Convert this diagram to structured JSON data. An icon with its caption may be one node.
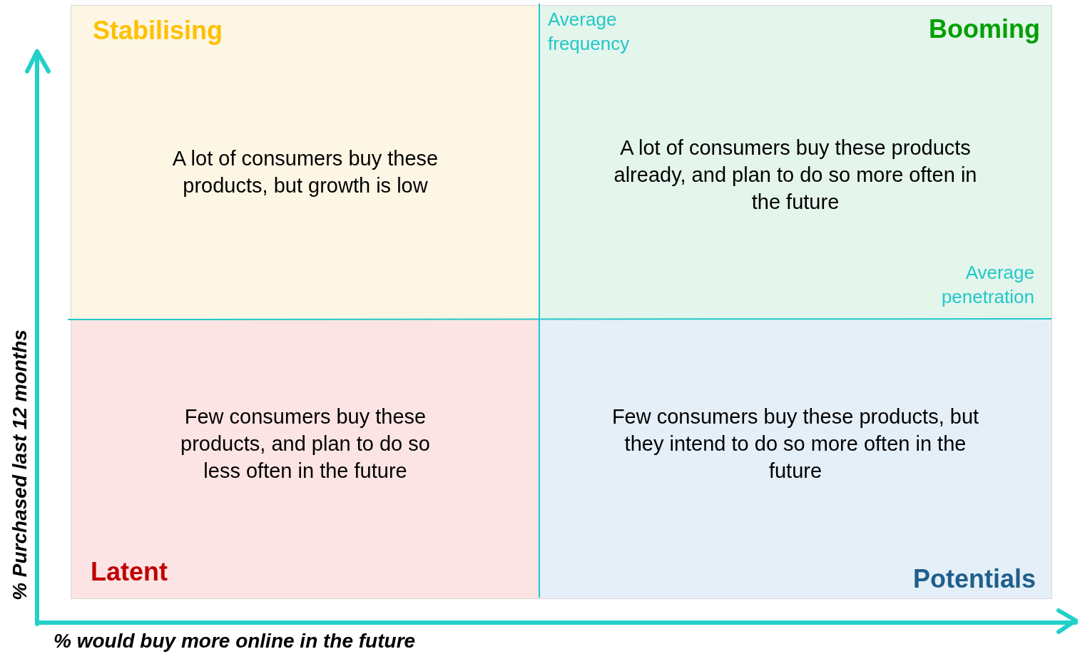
{
  "diagram": {
    "nodes": [
      {
        "text": [
          "Stabilising",
          "A lot of consumers buy these products, but growth is low"
        ]
      },
      {
        "text": [
          "Booming",
          "A lot of consumers buy these products already, and plan to do so more often in the future"
        ]
      },
      {
        "text": [
          "Few consumers buy these products, and plan to do so less often in the future",
          "Latent"
        ]
      },
      {
        "text": [
          "Few consumers buy these products, but they intend to do so more often in the future",
          "Potentials"
        ]
      }
    ],
    "edges": [],
    "labels": [
      "Average frequency",
      "Average penetration",
      "% Purchased last 12 months",
      "% would buy more online in the future"
    ]
  }
}
